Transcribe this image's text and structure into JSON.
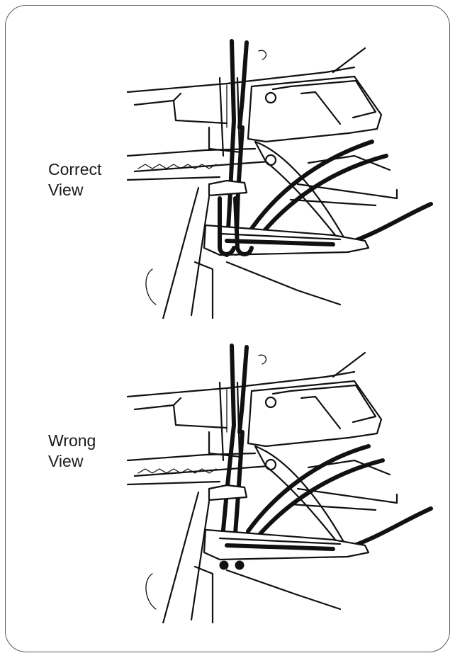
{
  "panels": [
    {
      "label_line1": "Correct",
      "label_line2": "View"
    },
    {
      "label_line1": "Wrong",
      "label_line2": "View"
    }
  ],
  "colors": {
    "ink": "#111111",
    "frame": "#5a5a5a",
    "background": "#ffffff"
  }
}
